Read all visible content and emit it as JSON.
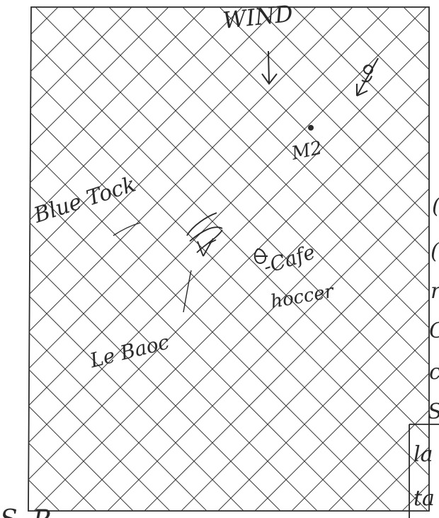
{
  "sketch": {
    "wind_label": "WIND",
    "labels": {
      "blue_tock": "Blue Tock",
      "le_baoc": "Le Baoc",
      "cafe": "-Cafe",
      "hoccer": "hoccer",
      "mark": "M2"
    },
    "edge_margin_text": [
      "(",
      "(",
      "r",
      "C",
      "c",
      "S",
      "la",
      "ta"
    ],
    "bottom_margin_text": "S. P. ...",
    "colors": {
      "ink": "#2a2a2a",
      "paper": "#ffffff"
    }
  }
}
